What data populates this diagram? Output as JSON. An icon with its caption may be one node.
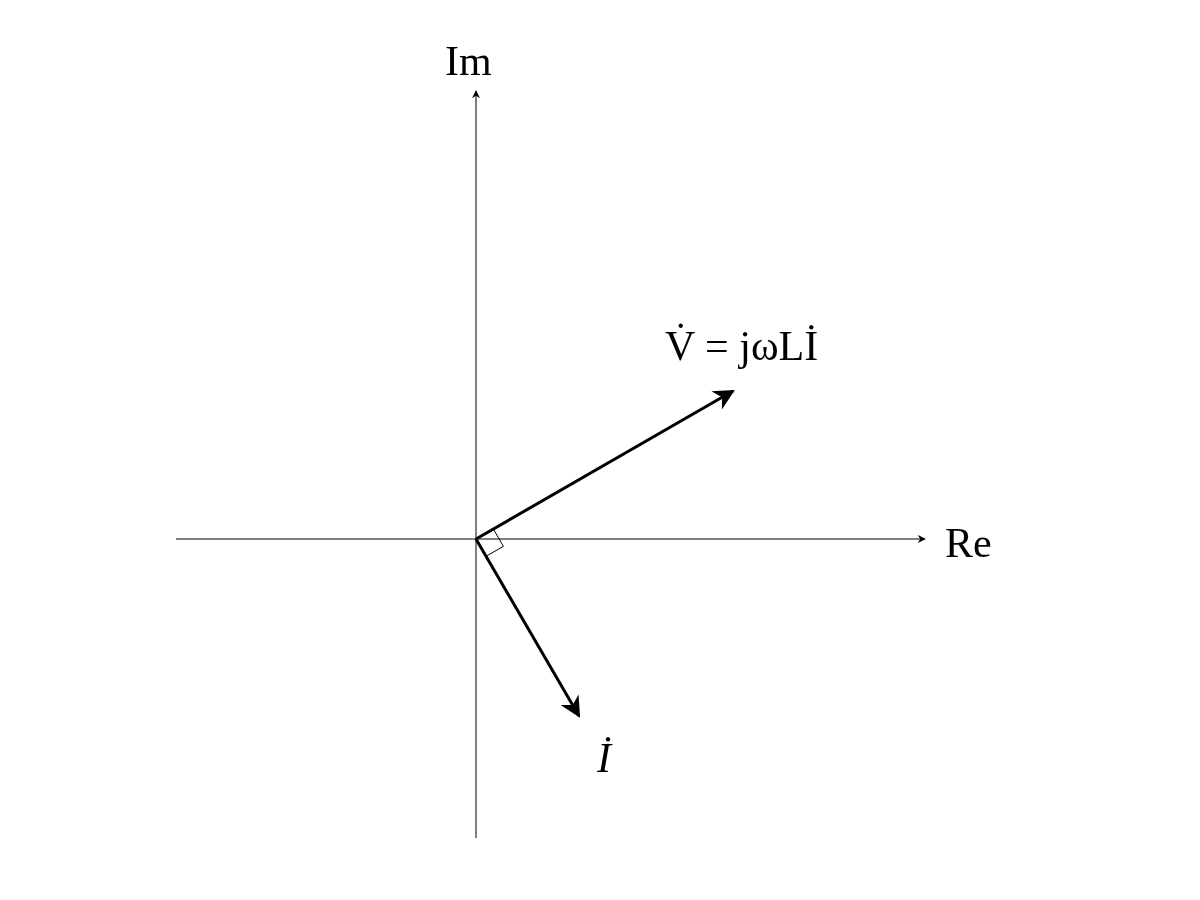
{
  "diagram": {
    "labels": [
      "Im",
      "V̇ = jωLİ",
      "Re",
      "*İ*"
    ]
  }
}
